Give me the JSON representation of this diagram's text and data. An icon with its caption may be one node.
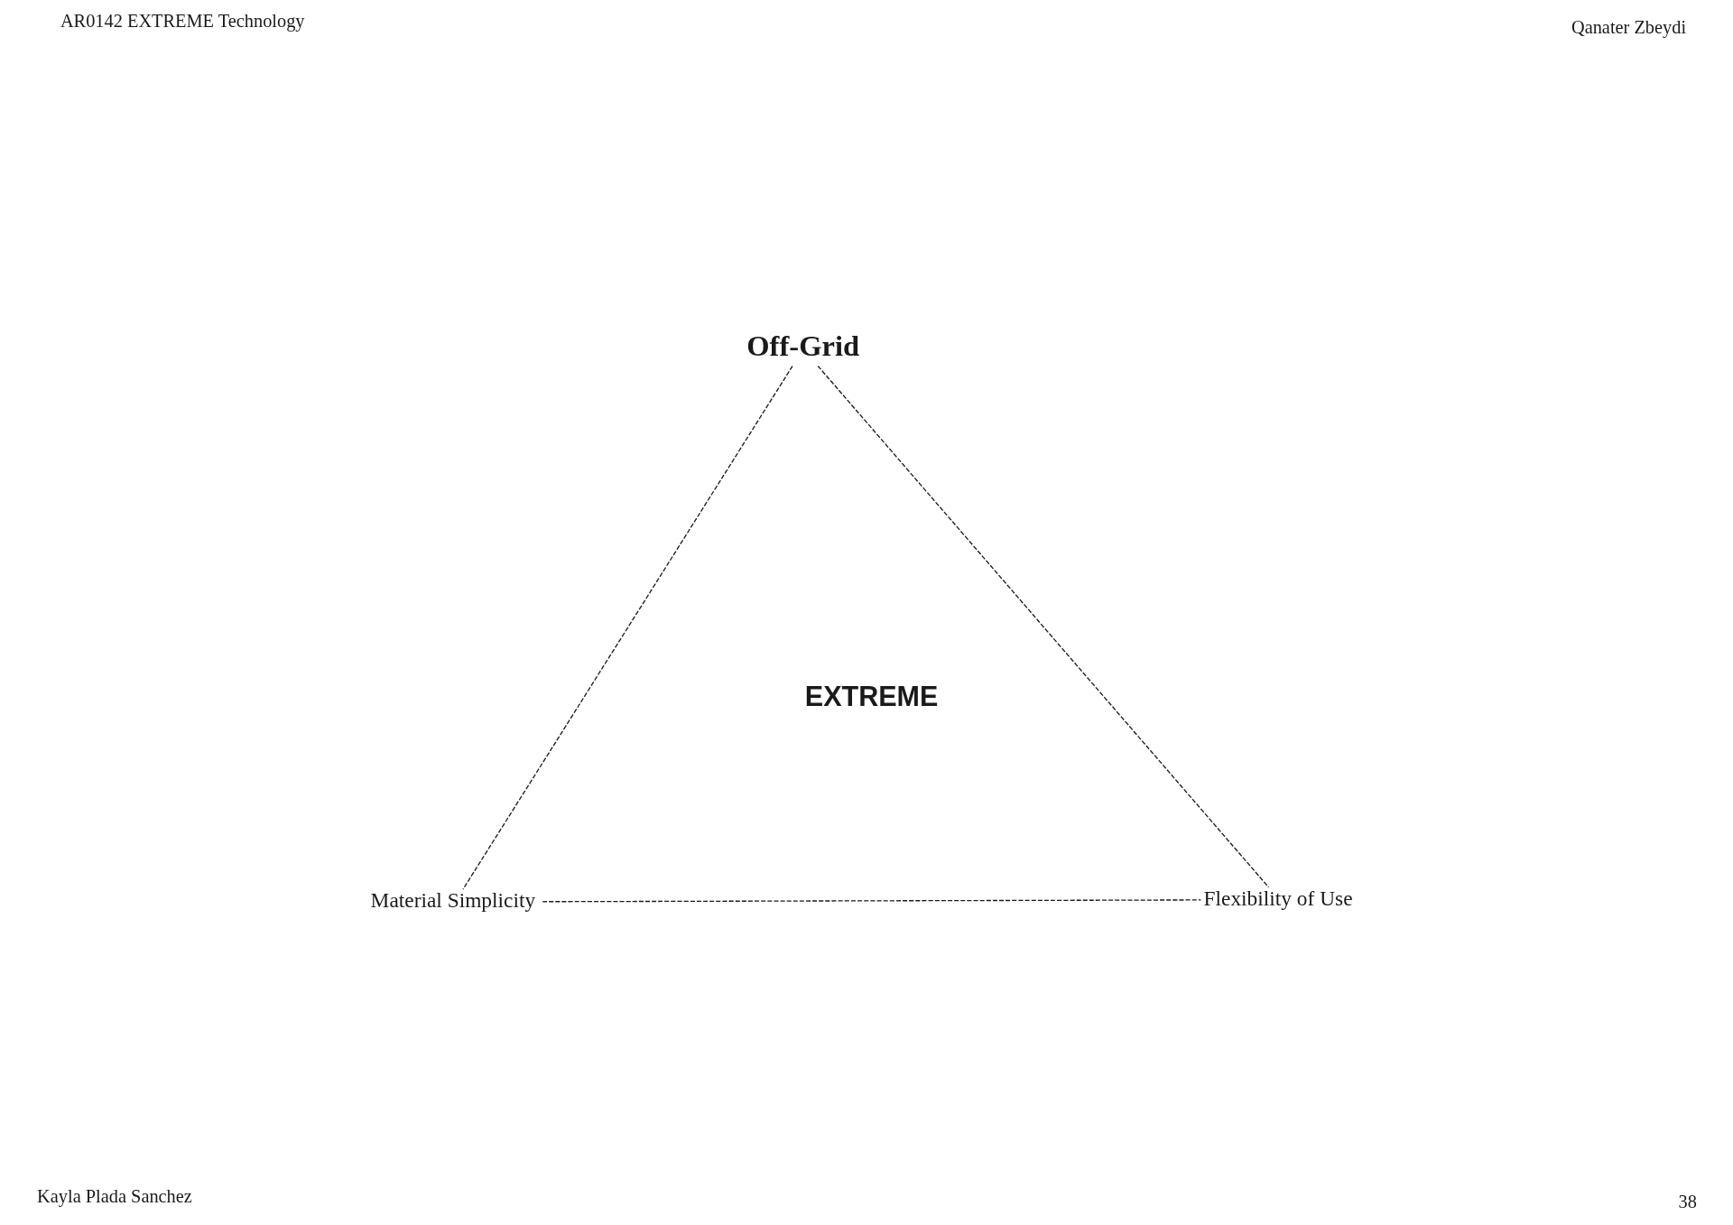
{
  "diagram": {
    "nodes": [
      {
        "text": [
          "Off-Grid"
        ]
      },
      {
        "text": [
          "Material Simplicity"
        ]
      },
      {
        "text": [
          "Flexibility of Use"
        ]
      }
    ],
    "edges": [
      {
        "from": 0,
        "to": 1,
        "arrow": "none",
        "style": "dashed"
      },
      {
        "from": 0,
        "to": 2,
        "arrow": "none",
        "style": "dashed"
      },
      {
        "from": 1,
        "to": 2,
        "arrow": "none",
        "style": "dashed"
      }
    ],
    "labels": [
      "AR0142 EXTREME Technology",
      "Qanater Zbeydi",
      "EXTREME",
      "Kayla Plada Sanchez",
      "38"
    ]
  }
}
